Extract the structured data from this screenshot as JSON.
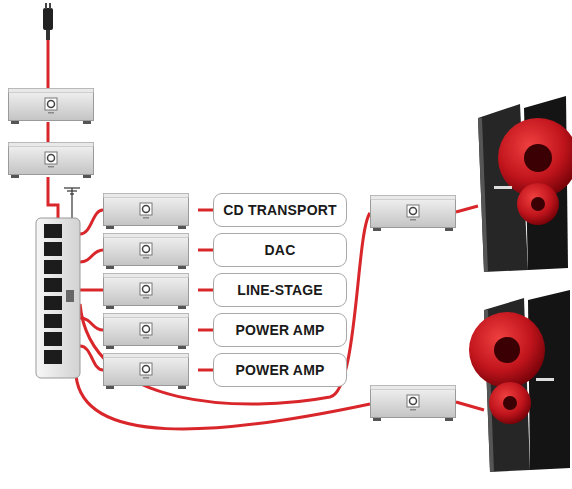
{
  "diagram": {
    "nodes": [
      {
        "text": [
          "CD TRANSPORT"
        ]
      },
      {
        "text": [
          "DAC"
        ]
      },
      {
        "text": [
          "LINE-STAGE"
        ]
      },
      {
        "text": [
          "POWER AMP"
        ]
      },
      {
        "text": [
          "POWER AMP"
        ]
      }
    ]
  }
}
